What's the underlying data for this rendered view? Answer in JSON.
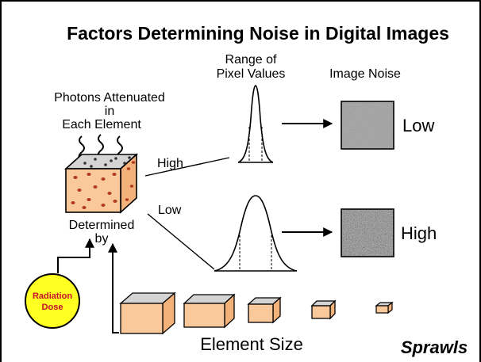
{
  "title": "Factors Determining Noise in Digital Images",
  "labels": {
    "photons_line1": "Photons Attenuated",
    "photons_line2": "in",
    "photons_line3": "Each Element",
    "range_line1": "Range of",
    "range_line2": "Pixel Values",
    "image_noise": "Image Noise",
    "high_path": "High",
    "low_path": "Low",
    "noise_low": "Low",
    "noise_high": "High",
    "determined": "Determined",
    "by": "by",
    "radiation_line1": "Radiation",
    "radiation_line2": "Dose",
    "element_size": "Element Size",
    "signature": "Sprawls"
  },
  "colors": {
    "cube_front": "#f9c99b",
    "cube_top": "#d4d4d4",
    "cube_side": "#f2b27a",
    "dots": "#b23a1e",
    "radiation_fill": "#ffff22",
    "radiation_text": "#c8102e",
    "noise_low_base": "#8a8a8a"
  }
}
